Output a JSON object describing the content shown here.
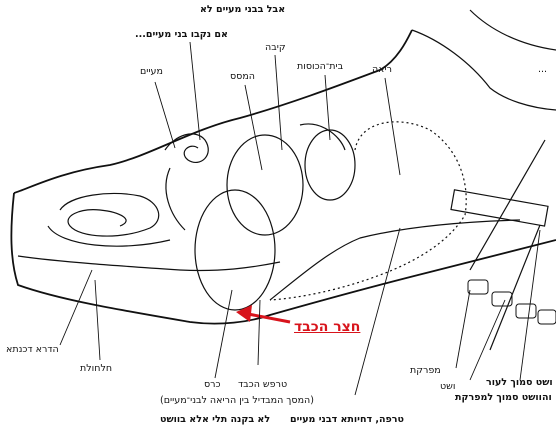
{
  "labels": {
    "top": "אבל בבני מעיים לא",
    "if_pierced": "אם נקבו בני מעיים...",
    "meayim": "מעיים",
    "keiva": "קיבה",
    "hamases": "המסס",
    "beit_hakosot": "בית־הכוסות",
    "reia": "ריאה",
    "top_right_dots": "...",
    "chatzar_hakaved": "חצר הכבד",
    "hadra_dechanta": "הדרא דכנתא",
    "chalcholet": "חלחולת",
    "keres": "כרס",
    "tarpash_hakaved": "טרפש הכבד",
    "tarpash_note": "(המסך המבדיל בין הריאה לבני־מעיים)",
    "mafreket": "מפרקת",
    "veshet": "ושט",
    "samuch_leor": "ושט סמוך לעור",
    "vehaveshet_samuch": "והוושט סמוך למפרקת",
    "bottom_line1": "טרפה, דחיותא דבני מעיים",
    "bottom_line2": "לא בקנה תלי אלא בוושט"
  },
  "colors": {
    "accent": "#d8141c",
    "ink": "#111111"
  }
}
